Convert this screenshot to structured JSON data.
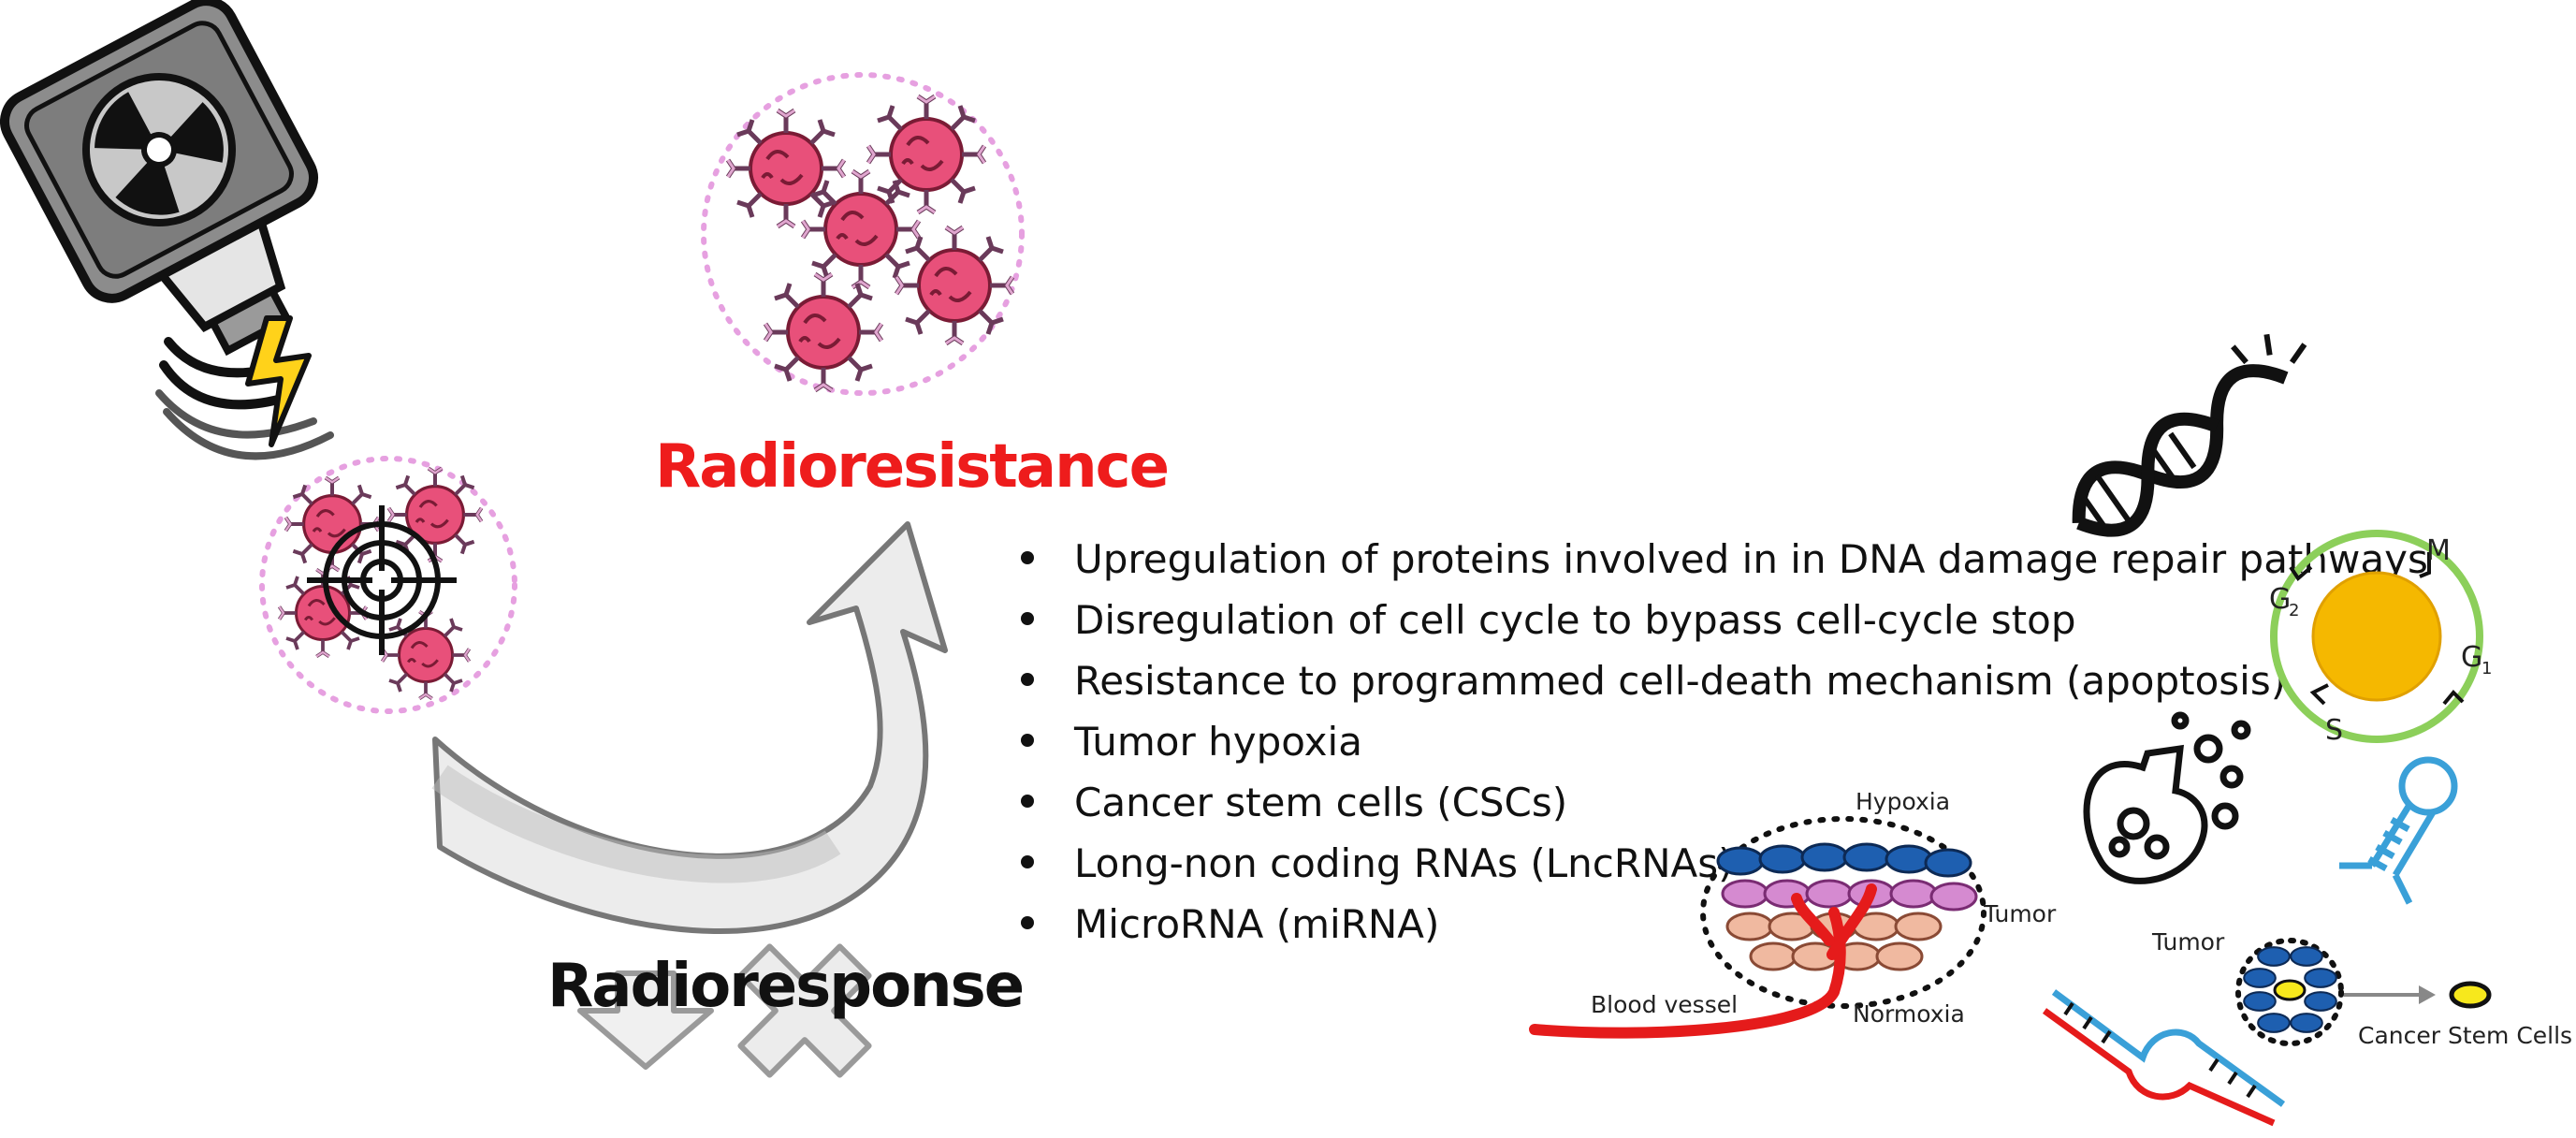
{
  "titles": {
    "radioresistance": "Radioresistance",
    "radioresponse": "Radioresponse"
  },
  "mechanisms": [
    "Upregulation of proteins involved in in DNA damage repair pathways",
    "Disregulation of cell cycle to bypass cell-cycle stop",
    "Resistance to programmed cell-death mechanism (apoptosis)",
    "Tumor hypoxia",
    "Cancer stem cells (CSCs)",
    "Long-non coding RNAs (LncRNAs)",
    "MicroRNA (miRNA)"
  ],
  "cell_cycle": {
    "phases": [
      "M",
      "G",
      "G",
      "S"
    ],
    "g2_sub": "2",
    "g1_sub": "1"
  },
  "hypoxia_diagram": {
    "hypoxia": "Hypoxia",
    "tumor": "Tumor",
    "normoxia": "Normoxia",
    "blood_vessel": "Blood vessel"
  },
  "csc_diagram": {
    "tumor": "Tumor",
    "csc": "Cancer Stem Cells"
  },
  "colors": {
    "red_title": "#ee1c1c",
    "arrow_fill": "#e6e6e6",
    "cell_pink": "#e8507a",
    "receptor": "#d9a0c8",
    "dotted_circle": "#e6a0e0",
    "cell_cycle_ring": "#8ccf5a",
    "nucleus": "#f5b800",
    "blue_cells": "#1e5fb0",
    "rna_blue": "#3aa0d8"
  }
}
